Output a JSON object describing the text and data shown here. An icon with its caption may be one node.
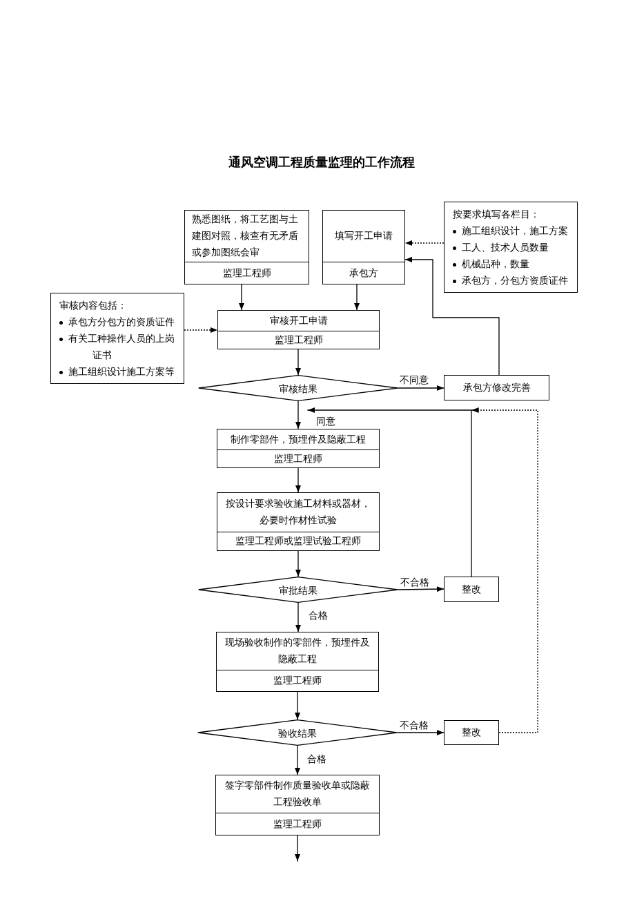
{
  "diagram": {
    "title": "通风空调工程质量监理的工作流程",
    "nodes": [
      {
        "text": [
          "熟悉图纸，将工艺图与土建图对照，核查有无矛盾或参加图纸会审",
          "监理工程师"
        ]
      },
      {
        "text": [
          "填写开工申请",
          "承包方"
        ]
      },
      {
        "text": [
          "按要求填写各栏目：",
          "施工组织设计，施工方案",
          "工人、技术人员数量",
          "机械品种，数量",
          "承包方，分包方资质证件"
        ]
      },
      {
        "text": [
          "审核内容包括：",
          "承包方分包方的资质证件",
          "有关工种操作人员的上岗证书",
          "施工组织设计施工方案等"
        ]
      },
      {
        "text": [
          "审核开工申请",
          "监理工程师"
        ]
      },
      {
        "text": [
          "审核结果"
        ]
      },
      {
        "text": [
          "承包方修改完善"
        ]
      },
      {
        "text": [
          "制作零部件，预埋件及隐蔽工程",
          "监理工程师"
        ]
      },
      {
        "text": [
          "按设计要求验收施工材料或器材，必要时作材性试验",
          "监理工程师或监理试验工程师"
        ]
      },
      {
        "text": [
          "审批结果"
        ]
      },
      {
        "text": [
          "整改"
        ]
      },
      {
        "text": [
          "现场验收制作的零部件，预埋件及隐蔽工程",
          "监理工程师"
        ]
      },
      {
        "text": [
          "验收结果"
        ]
      },
      {
        "text": [
          "整改"
        ]
      },
      {
        "text": [
          "签字零部件制作质量验收单或隐蔽工程验收单",
          "监理工程师"
        ]
      }
    ],
    "edges": [
      {
        "from": 0,
        "to": 4,
        "arrow": "to"
      },
      {
        "from": 1,
        "to": 4,
        "arrow": "to"
      },
      {
        "from": 2,
        "to": 1,
        "arrow": "to",
        "style": "dashed"
      },
      {
        "from": 3,
        "to": 4,
        "arrow": "to",
        "style": "dashed"
      },
      {
        "from": 4,
        "to": 5,
        "arrow": "to"
      },
      {
        "from": 5,
        "to": 6,
        "arrow": "to",
        "label": "不同意"
      },
      {
        "from": 6,
        "to": 1,
        "arrow": "to"
      },
      {
        "from": 5,
        "to": 7,
        "arrow": "to",
        "label": "同意"
      },
      {
        "from": 7,
        "to": 8,
        "arrow": "to"
      },
      {
        "from": 8,
        "to": 9,
        "arrow": "to"
      },
      {
        "from": 9,
        "to": 10,
        "arrow": "to",
        "label": "不合格"
      },
      {
        "from": 10,
        "to": 7,
        "arrow": "to"
      },
      {
        "from": 9,
        "to": 11,
        "arrow": "to",
        "label": "合格"
      },
      {
        "from": 11,
        "to": 12,
        "arrow": "to"
      },
      {
        "from": 12,
        "to": 13,
        "arrow": "to",
        "label": "不合格"
      },
      {
        "from": 13,
        "to": 7,
        "arrow": "to",
        "style": "dashed"
      },
      {
        "from": 12,
        "to": 14,
        "arrow": "to",
        "label": "合格"
      },
      {
        "from": 14,
        "to": null,
        "arrow": "to"
      }
    ]
  }
}
